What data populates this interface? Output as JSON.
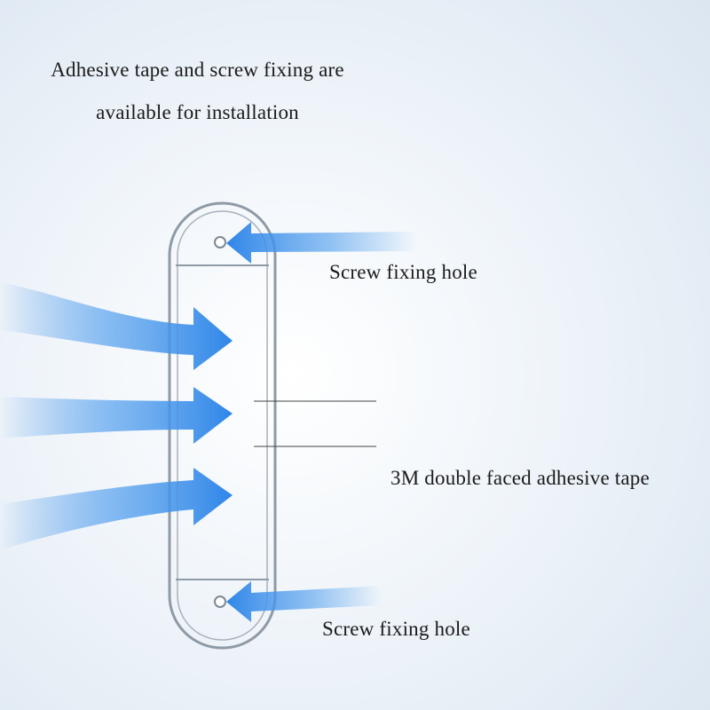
{
  "heading": {
    "line1": "Adhesive tape and screw fixing are",
    "line2": "available for installation"
  },
  "labels": {
    "screw_hole_top": "Screw fixing hole",
    "adhesive_tape": "3M double faced adhesive tape",
    "screw_hole_bottom": "Screw fixing hole"
  },
  "colors": {
    "arrow_blue": "#3d8fe6",
    "outline_gray": "#8e9aa6",
    "leader_line": "#444444"
  }
}
